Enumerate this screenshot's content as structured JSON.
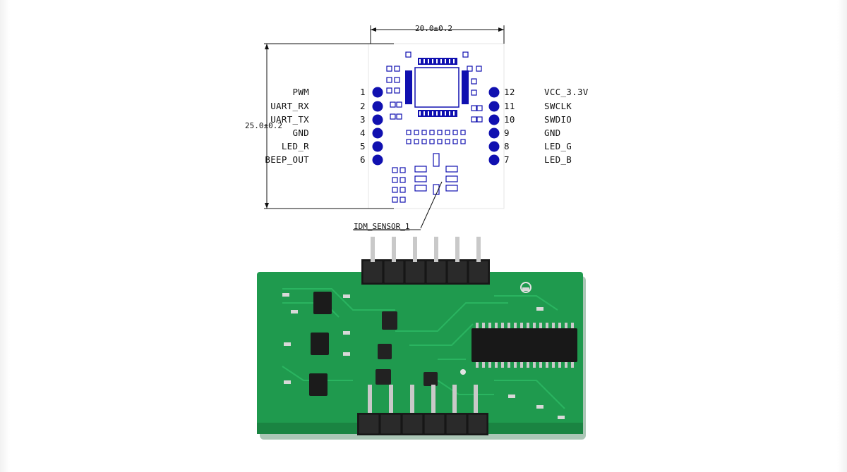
{
  "dimensions": {
    "width": "20.0±0.2",
    "height": "25.0±0.2"
  },
  "left_pins": [
    {
      "number": "1",
      "signal": "PWM"
    },
    {
      "number": "2",
      "signal": "UART_RX"
    },
    {
      "number": "3",
      "signal": "UART_TX"
    },
    {
      "number": "4",
      "signal": "GND"
    },
    {
      "number": "5",
      "signal": "LED_R"
    },
    {
      "number": "6",
      "signal": "BEEP_OUT"
    }
  ],
  "right_pins": [
    {
      "number": "12",
      "signal": "VCC_3.3V"
    },
    {
      "number": "11",
      "signal": "SWCLK"
    },
    {
      "number": "10",
      "signal": "SWDIO"
    },
    {
      "number": "9",
      "signal": "GND"
    },
    {
      "number": "8",
      "signal": "LED_G"
    },
    {
      "number": "7",
      "signal": "LED_B"
    }
  ],
  "sensor_label": "IDM_SENSOR_1",
  "colors": {
    "pad_blue": "#1010b0",
    "pcb_green": "#1f9a4e",
    "header_black": "#1b1b1b",
    "pin_silver": "#c9c9c9"
  }
}
